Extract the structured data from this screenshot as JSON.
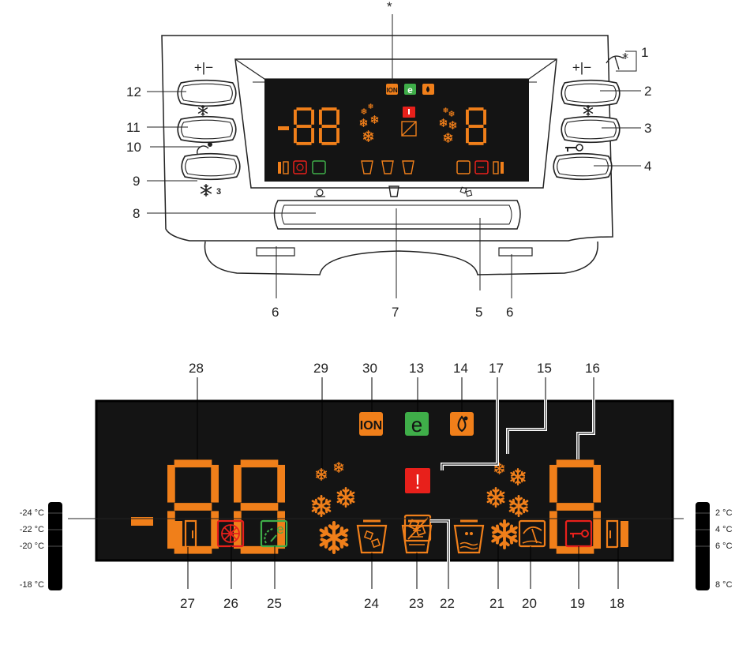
{
  "colors": {
    "orange": "#f07f1a",
    "red": "#e8201b",
    "green": "#3fae49",
    "panel": "#141414"
  },
  "top": {
    "asterisk": "*",
    "plus_minus_left": "+|−",
    "plus_minus_right": "+|−",
    "digits_left": "-88",
    "digits_right": "8",
    "superfreeze_suffix": "3",
    "eco_letter": "e",
    "ion_label": "ION",
    "callouts": {
      "1": "1",
      "2": "2",
      "3": "3",
      "4": "4",
      "5": "5",
      "6": "6",
      "6b": "6",
      "7": "7",
      "8": "8",
      "9": "9",
      "10": "10",
      "11": "11",
      "12": "12"
    }
  },
  "display": {
    "ion_label": "ION",
    "eco_letter": "e",
    "alarm_symbol": "!",
    "digits_left": "-88",
    "digits_right": "8",
    "callouts": {
      "13": "13",
      "14": "14",
      "15": "15",
      "16": "16",
      "17": "17",
      "18": "18",
      "19": "19",
      "20": "20",
      "21": "21",
      "22": "22",
      "23": "23",
      "24": "24",
      "25": "25",
      "26": "26",
      "27": "27",
      "28": "28",
      "29": "29",
      "30": "30"
    }
  },
  "freezer_scale": [
    "-24 °C",
    "-22 °C",
    "-20 °C",
    "-18 °C"
  ],
  "fridge_scale": [
    "2 °C",
    "4 °C",
    "6 °C",
    "8 °C"
  ],
  "icons": [
    "snowflake-icon",
    "umbrella-holiday-icon",
    "key-lock-icon",
    "light-bulb-icon",
    "cup-icon",
    "ice-crusher-icon",
    "door-icon",
    "fan-icon",
    "eco-gauge-icon",
    "ice-cubes-icon",
    "crushed-ice-icon",
    "water-drop-icon",
    "ice-cube-off-icon",
    "alarm-icon",
    "ion-icon",
    "water-filter-icon"
  ]
}
